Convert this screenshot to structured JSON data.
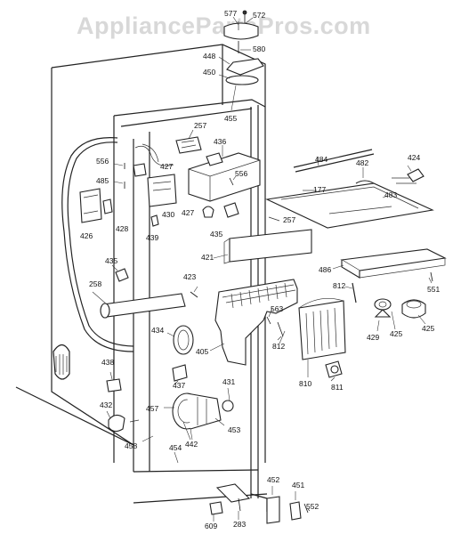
{
  "watermark": "AppliancePartsPros.com",
  "labels": {
    "p577": "577",
    "p572": "572",
    "p580": "580",
    "p448": "448",
    "p450": "450",
    "p455": "455",
    "p257a": "257",
    "p436": "436",
    "p556a": "556",
    "p485": "485",
    "p427a": "427",
    "p556b": "556",
    "p430": "430",
    "p427b": "427",
    "p426": "426",
    "p428": "428",
    "p439": "439",
    "p435a": "435",
    "p484": "484",
    "p482": "482",
    "p424": "424",
    "p177": "177",
    "p483": "483",
    "p257b": "257",
    "p421": "421",
    "p486": "486",
    "p435b": "435",
    "p423": "423",
    "p258": "258",
    "p812a": "812",
    "p551": "551",
    "p563": "563",
    "p434": "434",
    "p812b": "812",
    "p429": "429",
    "p425a": "425",
    "p425b": "425",
    "p405": "405",
    "p438": "438",
    "p437": "437",
    "p431": "431",
    "p810": "810",
    "p811": "811",
    "p432": "432",
    "p457": "457",
    "p453": "453",
    "p442": "442",
    "p458": "458",
    "p454": "454",
    "p452": "452",
    "p451": "451",
    "p609": "609",
    "p283": "283",
    "p552": "552"
  }
}
